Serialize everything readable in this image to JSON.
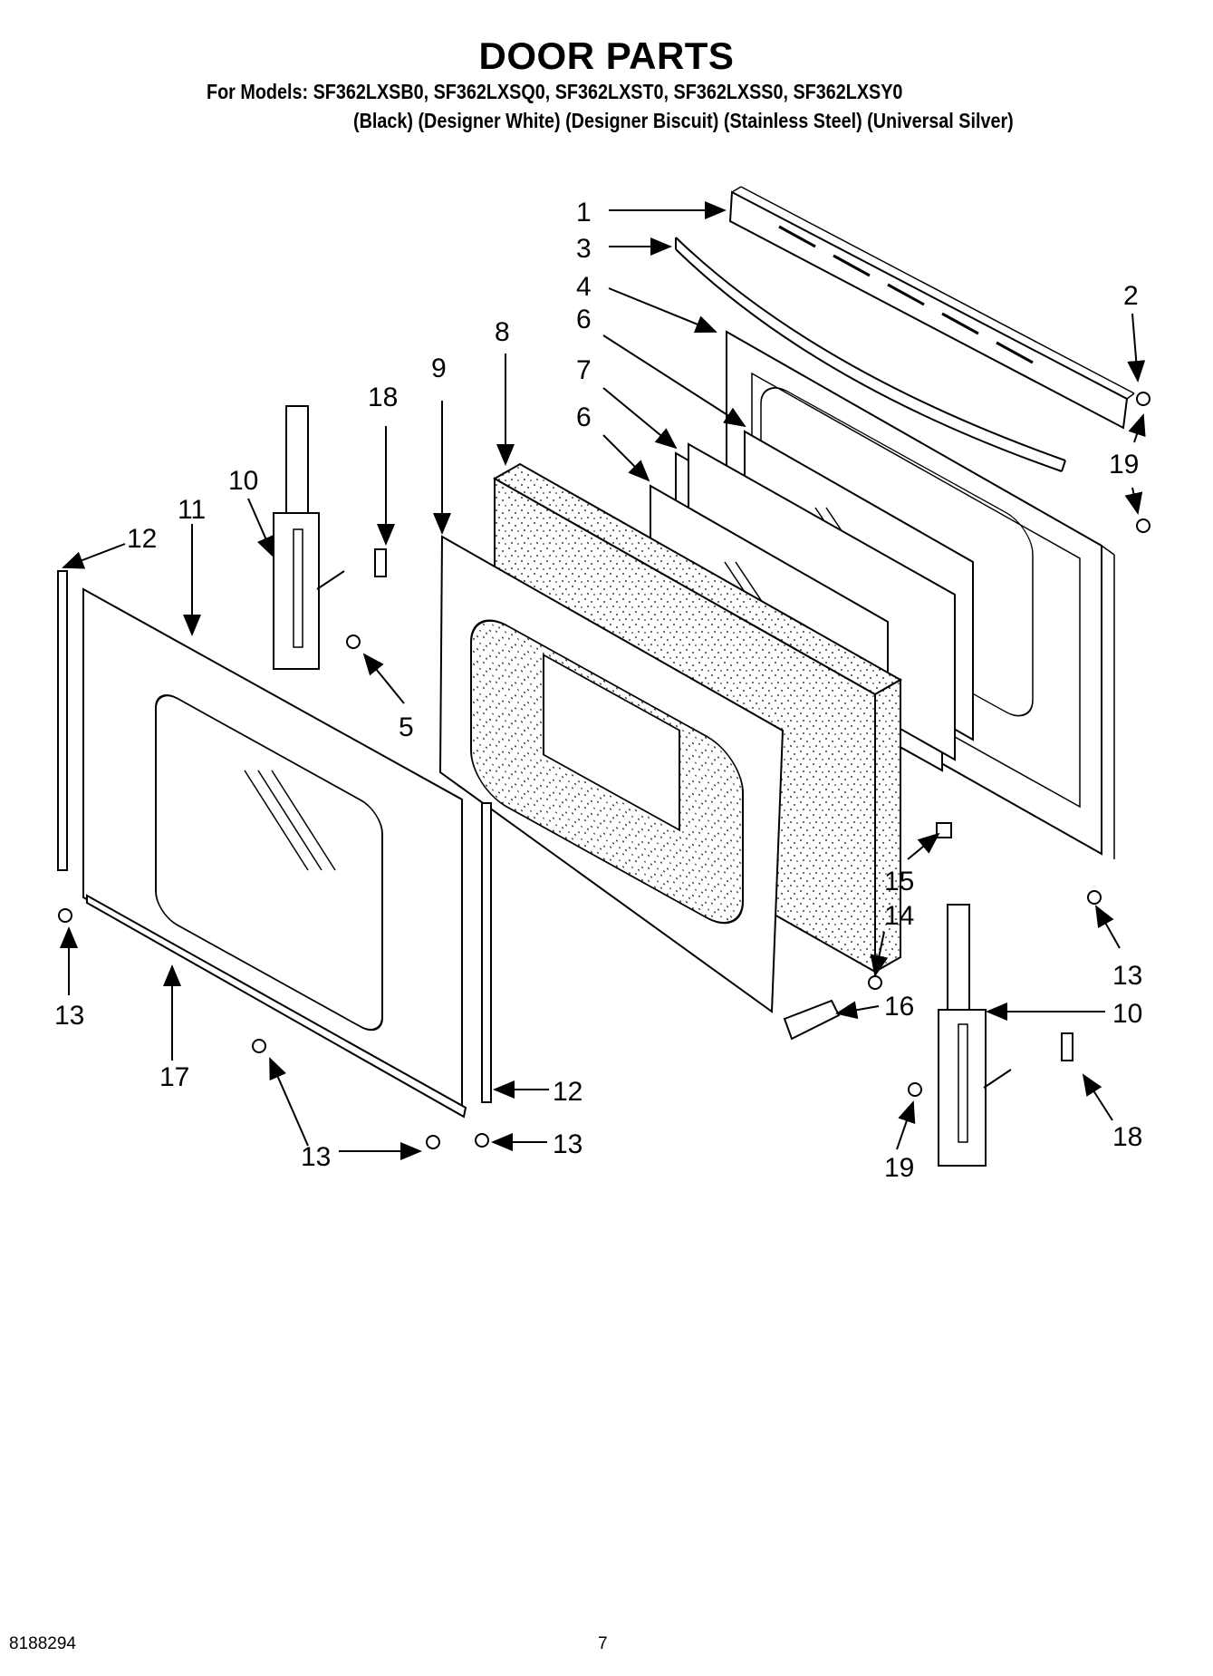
{
  "header": {
    "title": "DOOR PARTS",
    "models_line": "For Models: SF362LXSB0, SF362LXSQ0, SF362LXST0, SF362LXSS0, SF362LXSY0",
    "colors_line": "(Black) (Designer White) (Designer Biscuit) (Stainless Steel) (Universal Silver)"
  },
  "callouts": {
    "c1": "1",
    "c3": "3",
    "c4": "4",
    "c6a": "6",
    "c7": "7",
    "c6b": "6",
    "c2": "2",
    "c19a": "19",
    "c8": "8",
    "c9": "9",
    "c18a": "18",
    "c10a": "10",
    "c11": "11",
    "c12a": "12",
    "c5": "5",
    "c15": "15",
    "c14": "14",
    "c13a": "13",
    "c16": "16",
    "c10b": "10",
    "c13b": "13",
    "c17": "17",
    "c12b": "12",
    "c13c": "13",
    "c13d": "13",
    "c18b": "18",
    "c19b": "19"
  },
  "footer": {
    "doc_number": "8188294",
    "page_number": "7"
  }
}
